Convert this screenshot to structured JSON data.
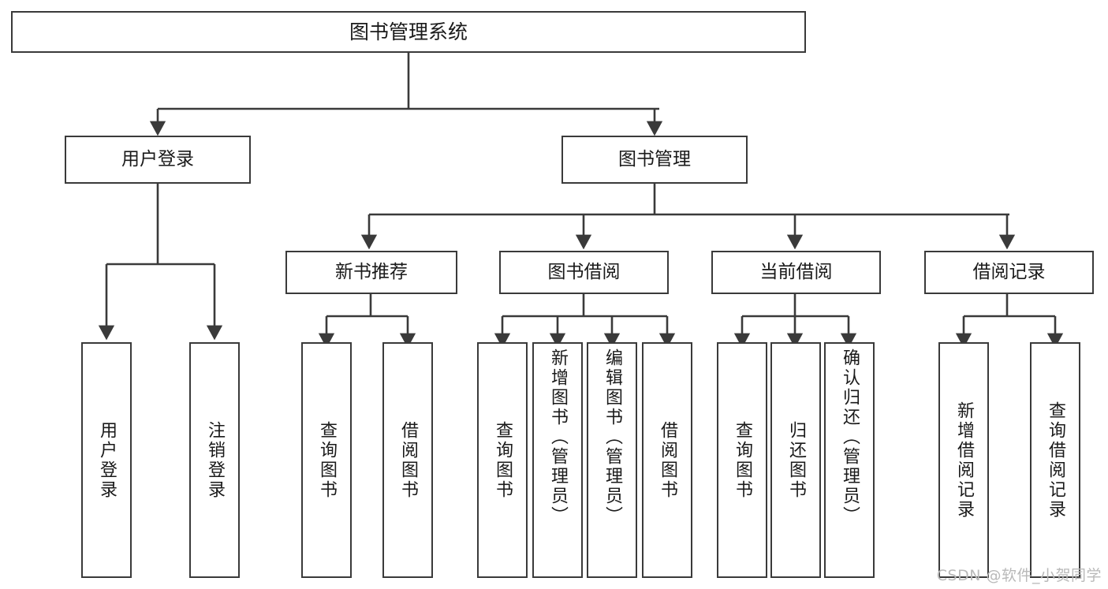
{
  "diagram": {
    "type": "tree-hierarchy-chart",
    "title": "图书管理系统",
    "watermark": "CSDN @软件_小贺同学",
    "colors": {
      "background": "#ffffff",
      "box_border": "#3a3a3a",
      "box_fill": "#ffffff",
      "edge": "#3a3a3a",
      "text": "#1a1a1a",
      "watermark": "#b9b9b9"
    },
    "root": {
      "label": "图书管理系统"
    },
    "level2": [
      {
        "label": "用户登录"
      },
      {
        "label": "图书管理"
      }
    ],
    "level3": [
      {
        "label": "新书推荐"
      },
      {
        "label": "图书借阅"
      },
      {
        "label": "当前借阅"
      },
      {
        "label": "借阅记录"
      }
    ],
    "leaves": {
      "user_login": [
        {
          "label": "用户登录"
        },
        {
          "label": "注销登录"
        }
      ],
      "new_book_recommend": [
        {
          "label": "查询图书"
        },
        {
          "label": "借阅图书"
        }
      ],
      "book_borrow": [
        {
          "label": "查询图书"
        },
        {
          "label": "新增图书（管理员）"
        },
        {
          "label": "编辑图书（管理员）"
        },
        {
          "label": "借阅图书"
        }
      ],
      "current_borrow": [
        {
          "label": "查询图书"
        },
        {
          "label": "归还图书"
        },
        {
          "label": "确认归还（管理员）"
        }
      ],
      "borrow_record": [
        {
          "label": "新增借阅记录"
        },
        {
          "label": "查询借阅记录"
        }
      ]
    }
  }
}
